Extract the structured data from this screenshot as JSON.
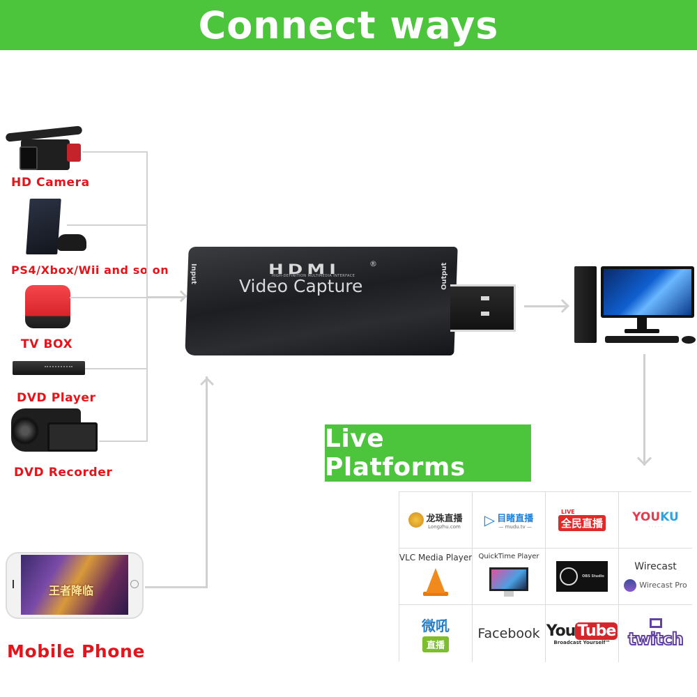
{
  "banner": {
    "title": "Connect ways",
    "color": "#4cc53c"
  },
  "inputs": [
    {
      "label": "HD Camera",
      "icon": "hd-camera-icon"
    },
    {
      "label": "PS4/Xbox/Wii and so on",
      "icon": "game-console-icon"
    },
    {
      "label": "TV BOX",
      "icon": "tv-box-icon"
    },
    {
      "label": "DVD Player",
      "icon": "dvd-player-icon"
    },
    {
      "label": "DVD Recorder",
      "icon": "camcorder-icon"
    },
    {
      "label": "Mobile Phone",
      "icon": "mobile-phone-icon"
    }
  ],
  "label_color": "#e3141b",
  "capture_device": {
    "brand": "HDMI",
    "brand_sub": "HIGH-DEFINITION MULTIMEDIA INTERFACE",
    "registered": "®",
    "name": "Video Capture",
    "input_port": "Input",
    "output_port": "Output"
  },
  "phone_screen_title": "王者降临",
  "output": {
    "device": "desktop-pc-icon"
  },
  "live_platforms": {
    "title": "Live Platforms",
    "color": "#4cc53c",
    "grid": [
      {
        "name": "龙珠直播",
        "sub": "Longzhu.com"
      },
      {
        "name": "目睹直播",
        "sub": "— mudu.tv —"
      },
      {
        "name": "全民直播",
        "sub": "LIVE"
      },
      {
        "name": "YOUKU",
        "sub": ""
      },
      {
        "name": "VLC Media Player",
        "sub": ""
      },
      {
        "name": "QuickTime Player",
        "sub": ""
      },
      {
        "name": "OBS Studio",
        "sub": ""
      },
      {
        "name": "Wirecast",
        "sub": "Wirecast Pro"
      },
      {
        "name": "微吼",
        "sub": "直播"
      },
      {
        "name": "Facebook",
        "sub": ""
      },
      {
        "name": "YouTube",
        "sub": "Broadcast Yourself™",
        "you": "You",
        "tube": "Tube"
      },
      {
        "name": "twitch",
        "sub": ""
      }
    ]
  }
}
